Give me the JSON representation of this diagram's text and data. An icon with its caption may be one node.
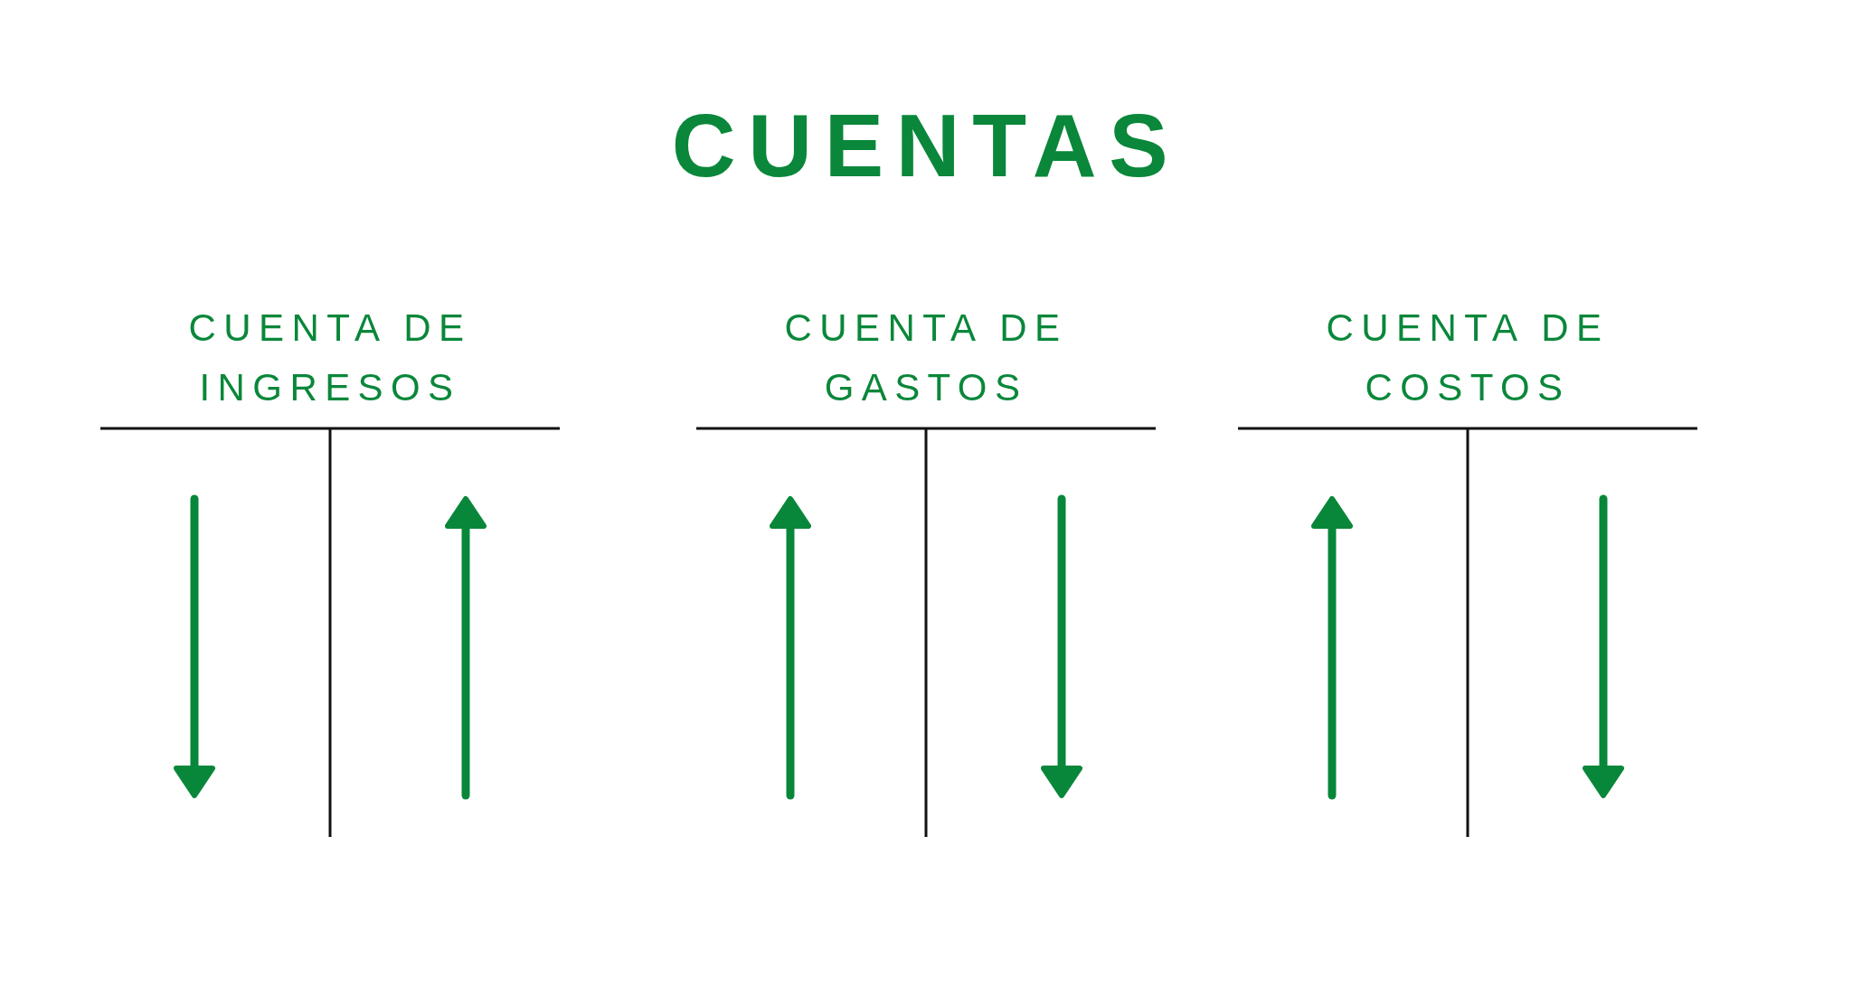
{
  "diagram": {
    "title": "CUENTAS",
    "nodes": [
      {
        "text": [
          "CUENTA DE INGRESOS"
        ]
      },
      {
        "text": [
          "CUENTA DE GASTOS"
        ]
      },
      {
        "text": [
          "CUENTA DE COSTOS"
        ]
      }
    ]
  }
}
